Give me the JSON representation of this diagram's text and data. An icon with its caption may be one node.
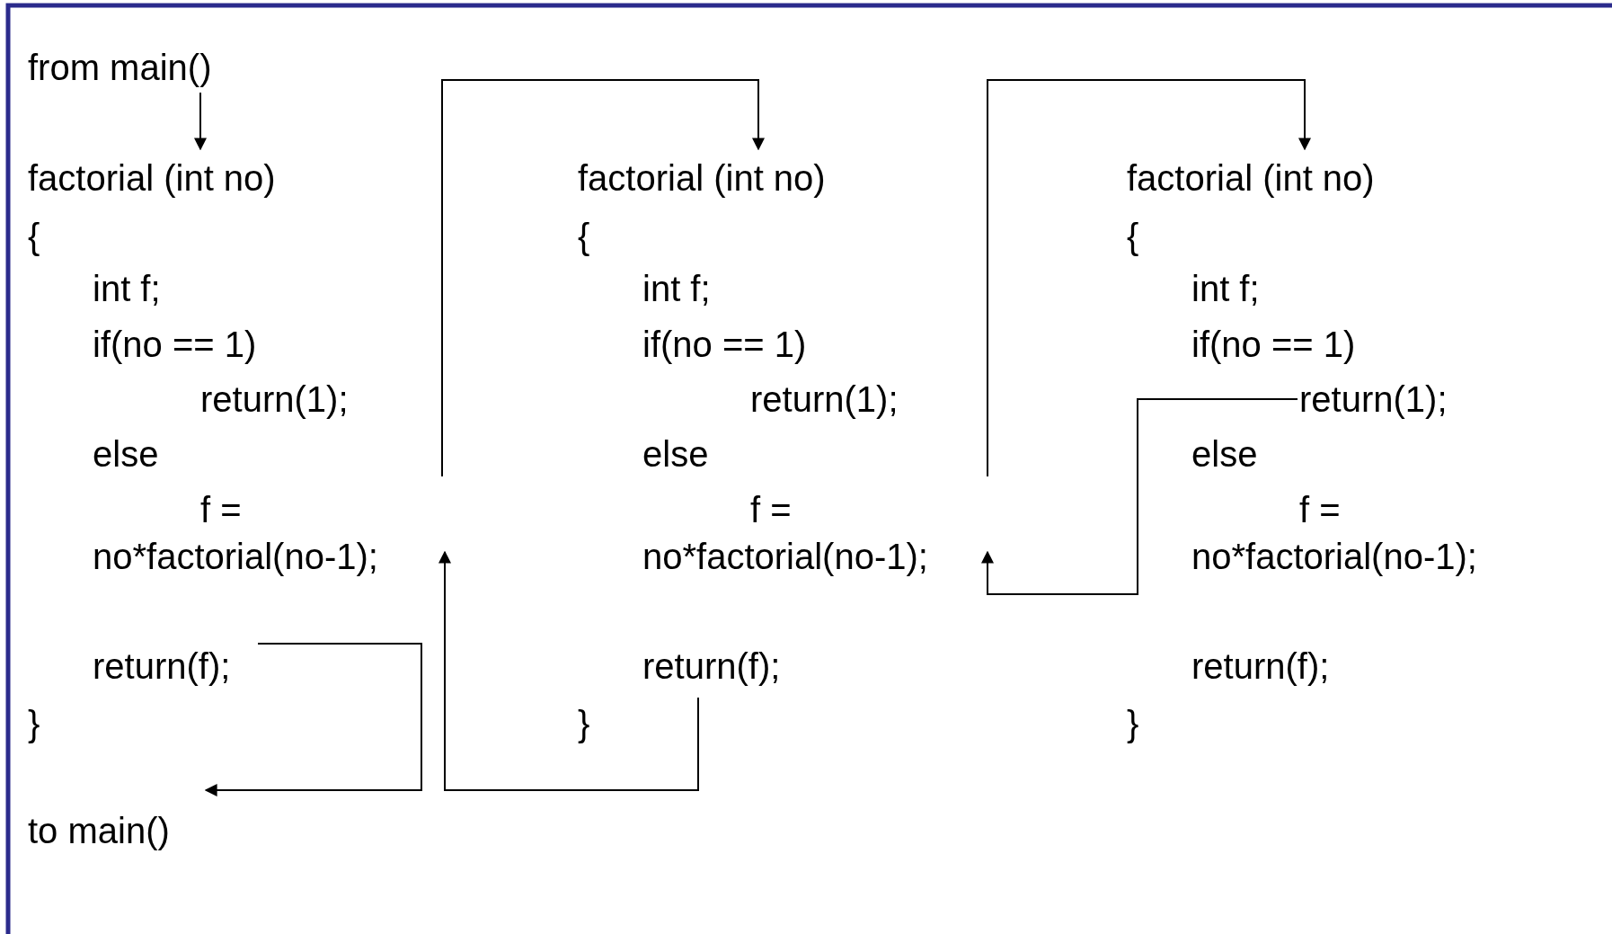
{
  "diagram": {
    "nodes": [
      {
        "text": [
          "from main()"
        ]
      },
      {
        "text": [
          "factorial (int no)"
        ]
      },
      {
        "text": [
          "{"
        ]
      },
      {
        "text": [
          "int f;"
        ]
      },
      {
        "text": [
          "if(no == 1)"
        ]
      },
      {
        "text": [
          "return(1);"
        ]
      },
      {
        "text": [
          "else"
        ]
      },
      {
        "text": [
          "f = no*factorial(no-1);"
        ]
      },
      {
        "text": [
          "return(f);"
        ]
      },
      {
        "text": [
          "}"
        ]
      },
      {
        "text": [
          "factorial (int no)"
        ]
      },
      {
        "text": [
          "{"
        ]
      },
      {
        "text": [
          "int f;"
        ]
      },
      {
        "text": [
          "if(no == 1)"
        ]
      },
      {
        "text": [
          "return(1);"
        ]
      },
      {
        "text": [
          "else"
        ]
      },
      {
        "text": [
          "f = no*factorial(no-1);"
        ]
      },
      {
        "text": [
          "return(f);"
        ]
      },
      {
        "text": [
          "}"
        ]
      },
      {
        "text": [
          "factorial (int no)"
        ]
      },
      {
        "text": [
          "{"
        ]
      },
      {
        "text": [
          "int f;"
        ]
      },
      {
        "text": [
          "if(no == 1)"
        ]
      },
      {
        "text": [
          "return(1);"
        ]
      },
      {
        "text": [
          "else"
        ]
      },
      {
        "text": [
          "f = no*factorial(no-1);"
        ]
      },
      {
        "text": [
          "return(f);"
        ]
      },
      {
        "text": [
          "}"
        ]
      },
      {
        "text": [
          "to main()"
        ]
      }
    ],
    "edges": [
      {
        "from": 0,
        "to": 1,
        "arrow": "to"
      },
      {
        "from": 7,
        "to": 10,
        "arrow": "to"
      },
      {
        "from": 16,
        "to": 19,
        "arrow": "to"
      },
      {
        "from": 23,
        "to": 16,
        "arrow": "to"
      },
      {
        "from": 17,
        "to": 7,
        "arrow": "to"
      },
      {
        "from": 8,
        "to": 28,
        "arrow": "to"
      }
    ]
  }
}
